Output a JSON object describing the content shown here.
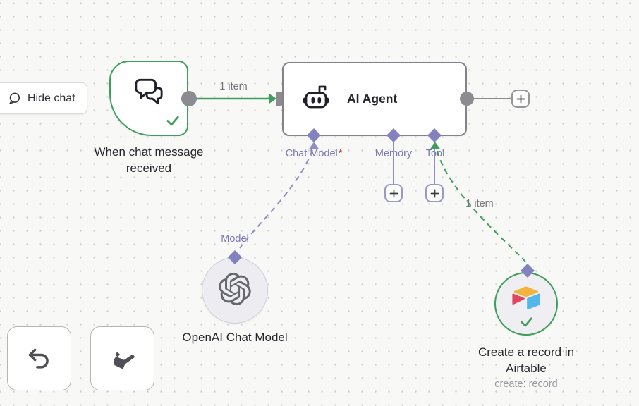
{
  "chat_toggle": {
    "label": "Hide chat"
  },
  "nodes": {
    "trigger": {
      "label_line1": "When chat message",
      "label_line2": "received"
    },
    "agent": {
      "title": "AI Agent",
      "ports": {
        "chat_model": {
          "label": "Chat Model",
          "required_mark": "*"
        },
        "memory": {
          "label": "Memory"
        },
        "tool": {
          "label": "Tool"
        }
      }
    },
    "openai": {
      "port_label": "Model",
      "name": "OpenAI Chat Model"
    },
    "airtable": {
      "label_line1": "Create a record in",
      "label_line2": "Airtable",
      "operation": "create: record"
    }
  },
  "connections": {
    "main_label": "1 item",
    "tool_label": "1 item"
  },
  "colors": {
    "success_green": "#3f9e5c",
    "port_purple": "#8481bf",
    "connector_gray": "#8b8b90",
    "airtable_yellow": "#f2b43d",
    "airtable_red": "#e0455e",
    "airtable_blue": "#53b7ea"
  }
}
